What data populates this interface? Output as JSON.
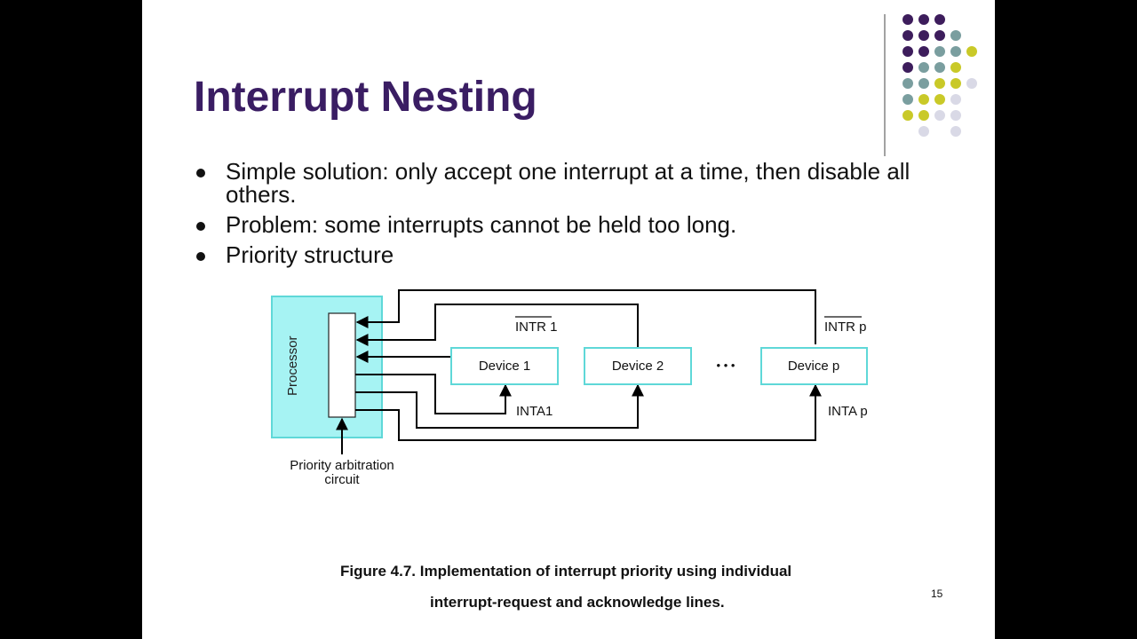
{
  "slide": {
    "title": "Interrupt Nesting",
    "bullets": [
      "Simple solution: only accept one interrupt at a time, then disable all others.",
      "Problem: some interrupts cannot be held too long.",
      "Priority structure"
    ],
    "page_number": "15"
  },
  "diagram": {
    "processor_label": "Processor",
    "devices": [
      "Device 1",
      "Device 2",
      "Device p"
    ],
    "ellipsis": "• • •",
    "intr1_label": "INTR 1",
    "intrp_label": "INTR p",
    "inta1_label": "INTA1",
    "intap_label": "INTA p",
    "arbiter_label_line1": "Priority arbitration",
    "arbiter_label_line2": "circuit"
  },
  "figure": {
    "caption_line1": "Figure 4.7.    Implementation of interrupt priority using individual",
    "caption_line2": "interrupt-request and acknowledge lines."
  },
  "colors": {
    "title": "#3a1d63",
    "processor_fill": "#a6f3f3",
    "device_border": "#5fd8d8",
    "dot_purple": "#3d1d5c",
    "dot_teal": "#7a9e9f",
    "dot_lime": "#c9c928",
    "dot_grey": "#d9d9e6"
  }
}
